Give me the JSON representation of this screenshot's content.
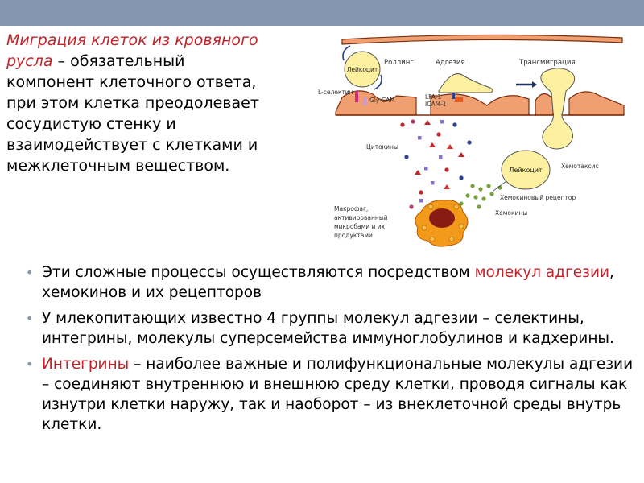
{
  "title": {
    "highlight": "Миграция клеток из кровяного русла",
    "rest": " – обязательный компонент клеточного ответа, при этом клетка преодолевает сосудистую стенку и взаимодействует с клетками и межклеточным веществом."
  },
  "diagram": {
    "labels": {
      "rolling": "Роллинг",
      "adhesion": "Адгезия",
      "transmigration": "Трансмиграция",
      "leukocyte": "Лейкоцит",
      "l_selectin": "L-селектин",
      "gly_cam": "Gly-CAM",
      "lfa1": "LFA-1",
      "icam1": "ICAM-1",
      "cytokines": "Цитокины",
      "chemotaxis": "Хемотаксис",
      "chemokine_receptor": "Хемокиновый рецептор",
      "chemokines": "Хемокины",
      "macrophage": [
        "Макрофаг,",
        "активированный",
        "микробами и их",
        "продуктами"
      ]
    }
  },
  "bullets": [
    {
      "before": "Эти сложные процессы осуществляются посредством ",
      "highlight": "молекул адгезии",
      "after": ", хемокинов и их рецепторов"
    },
    {
      "before": "У млекопитающих известно 4 группы молекул адгезии – селектины, интегрины, молекулы суперсемейства иммуноглобулинов и кадхерины.",
      "highlight": "",
      "after": ""
    },
    {
      "before": "",
      "highlight": "Интегрины",
      "after": " – наиболее важные и полифункциональные молекулы адгезии – соединяют внутреннюю и внешнюю среду клетки, проводя сигналы как изнутри клетки наружу, так и наоборот – из внеклеточной среды внутрь клетки."
    }
  ],
  "colors": {
    "header_bar": "#8496b0",
    "accent_red": "#c0242a",
    "endothelium": "#f0a070",
    "leukocyte": "#fdf0a0",
    "macrophage": "#f39a1a"
  }
}
